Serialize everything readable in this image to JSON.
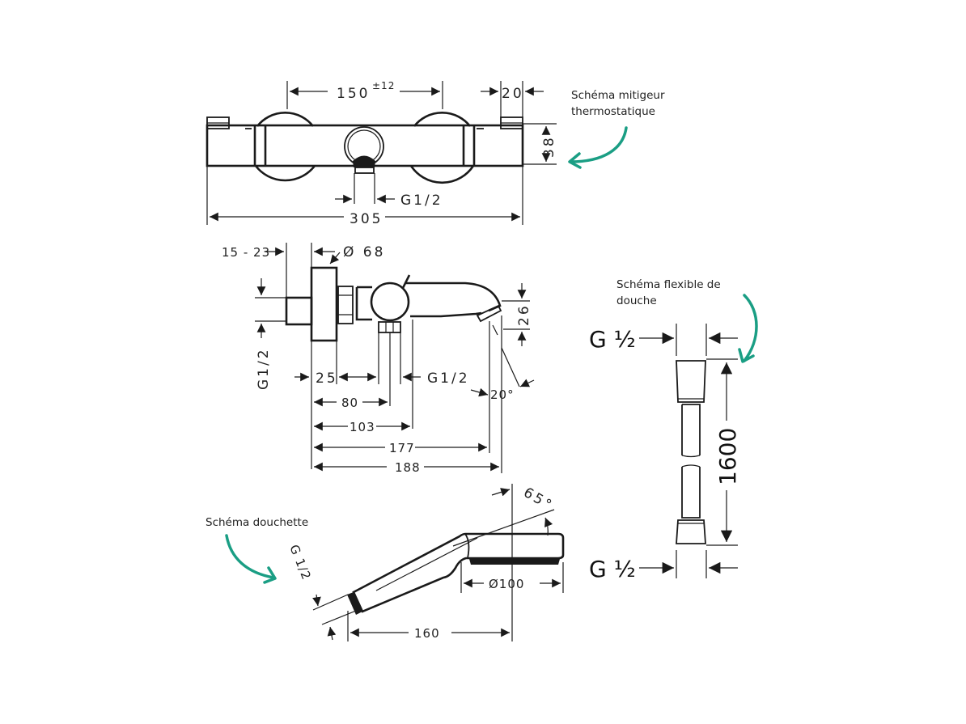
{
  "annotations": {
    "mixer": [
      "Schéma mitigeur",
      "thermostatique"
    ],
    "hose": [
      "Schéma flexible de",
      "douche"
    ],
    "handshower": "Schéma douchette"
  },
  "accent_color": "#1a9e84",
  "mixer_front": {
    "dim_center": "150",
    "dim_center_tol": "±12",
    "dim_cap": "20",
    "dim_height": "38",
    "dim_outlet": "G1/2",
    "dim_total": "305"
  },
  "mixer_side": {
    "dim_wall": "15 - 23",
    "dim_flange": "Ø 68",
    "dim_inlet": "G1/2",
    "dim_25": "25",
    "dim_outlet": "G1/2",
    "dim_80": "80",
    "dim_103": "103",
    "dim_177": "177",
    "dim_188": "188",
    "dim_26": "26",
    "dim_angle": "20°"
  },
  "hose": {
    "top_thread": "G ½",
    "bottom_thread": "G ½",
    "length": "1600"
  },
  "handshower": {
    "thread": "G 1/2",
    "angle": "65°",
    "diameter": "Ø100",
    "length": "160"
  }
}
